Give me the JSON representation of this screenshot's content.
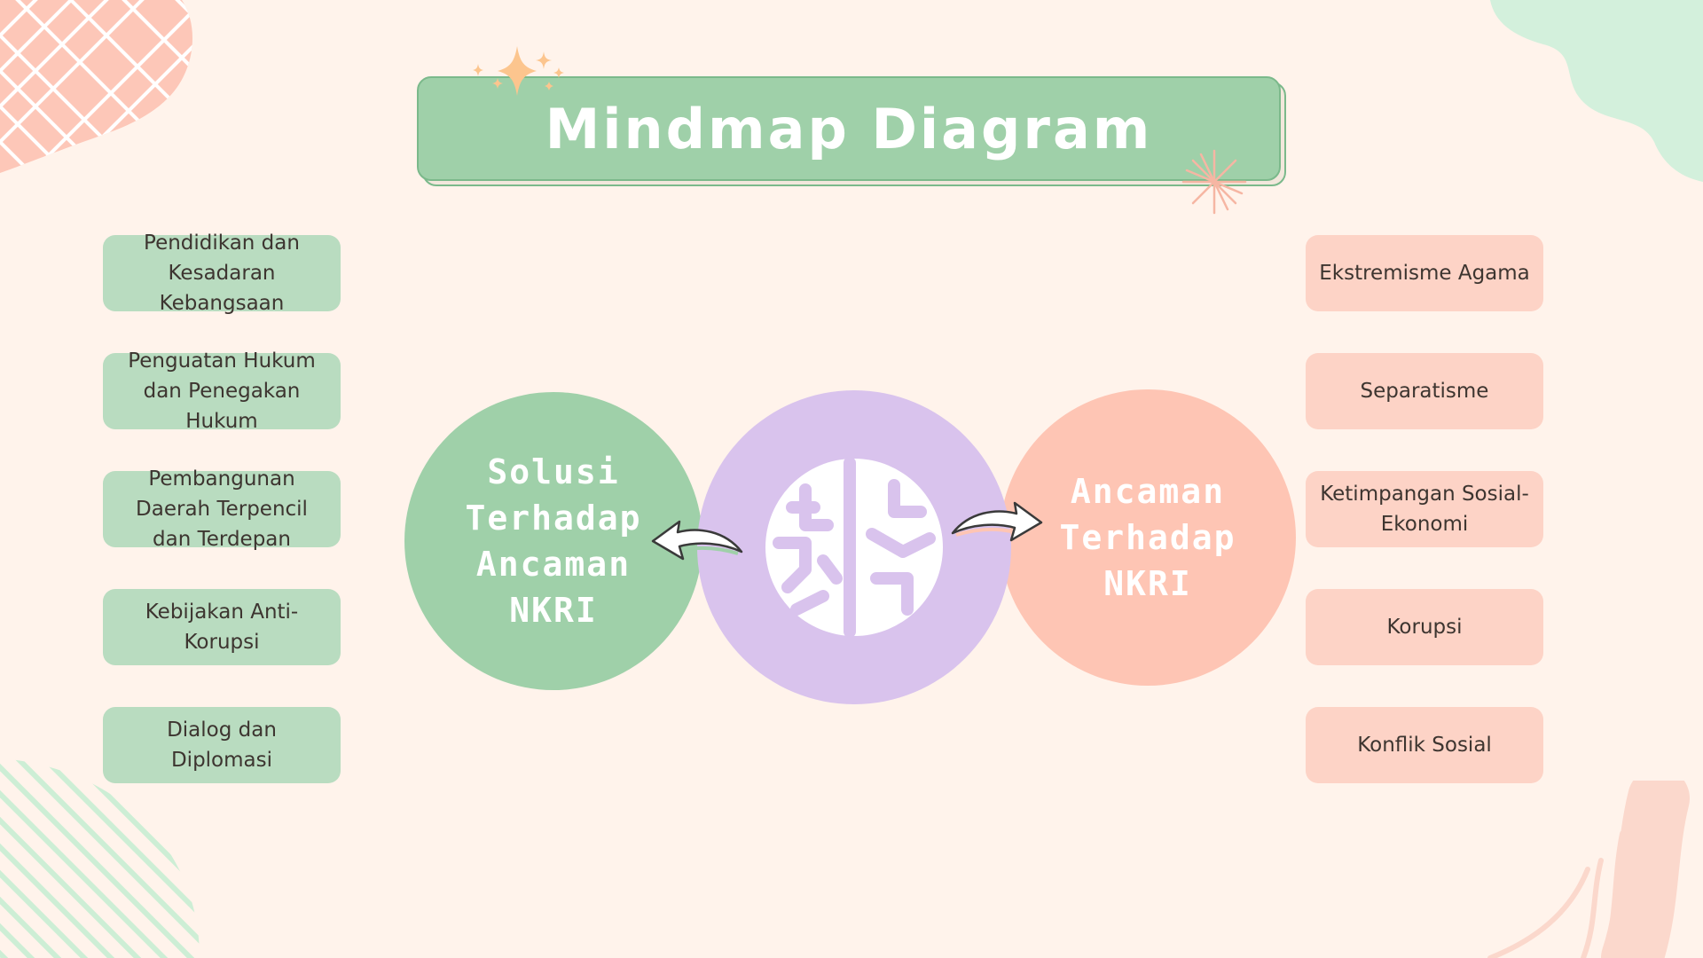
{
  "title": "Mindmap Diagram",
  "center_icon": "brain-icon",
  "left_circle": {
    "label_lines": [
      "Solusi",
      "Terhadap",
      "Ancaman",
      "NKRI"
    ]
  },
  "right_circle": {
    "label_lines": [
      "Ancaman",
      "Terhadap",
      "NKRI"
    ]
  },
  "solutions": [
    {
      "lines": [
        "Pendidikan dan",
        "Kesadaran",
        "Kebangsaan"
      ]
    },
    {
      "lines": [
        "Penguatan Hukum",
        "dan Penegakan",
        "Hukum"
      ]
    },
    {
      "lines": [
        "Pembangunan",
        "Daerah Terpencil",
        "dan Terdepan"
      ]
    },
    {
      "lines": [
        "Kebijakan Anti-",
        "Korupsi"
      ]
    },
    {
      "lines": [
        "Dialog dan",
        "Diplomasi"
      ]
    }
  ],
  "threats": [
    {
      "lines": [
        "Ekstremisme Agama"
      ]
    },
    {
      "lines": [
        "Separatisme"
      ]
    },
    {
      "lines": [
        "Ketimpangan Sosial-",
        "Ekonomi"
      ]
    },
    {
      "lines": [
        "Korupsi"
      ]
    },
    {
      "lines": [
        "Konflik Sosial"
      ]
    }
  ],
  "colors": {
    "background": "#fff3eb",
    "green": "#9fd0a9",
    "green_pill": "#b9dcc0",
    "purple": "#d9c3ed",
    "peach": "#fec5b4",
    "pink_pill": "#fdd3c6"
  }
}
